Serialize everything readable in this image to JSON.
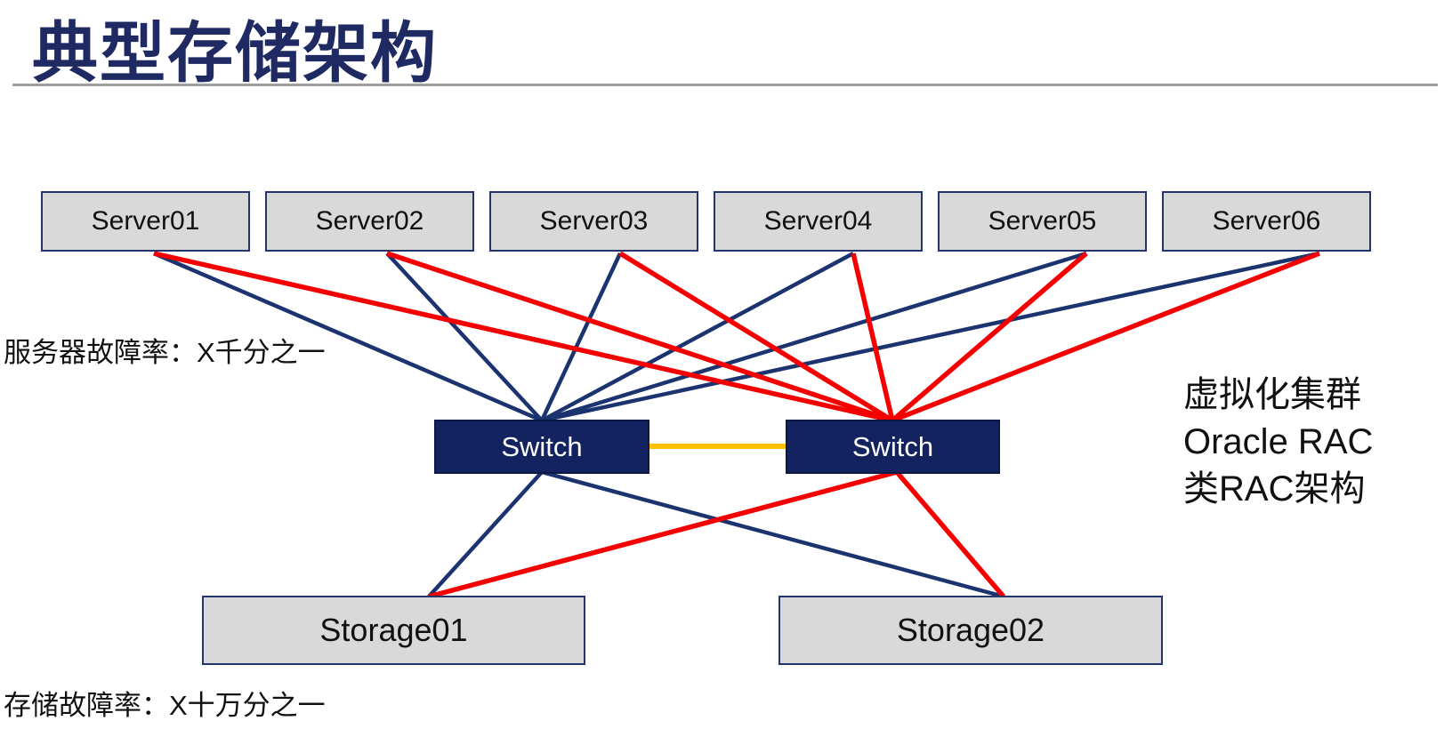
{
  "slide": {
    "title": "典型存储架构",
    "server_failure_label": "服务器故障率：X千分之一",
    "storage_failure_label": "存储故障率：X十万分之一",
    "annotation_lines": [
      "虚拟化集群",
      "Oracle RAC",
      "类RAC架构"
    ]
  },
  "nodes": {
    "servers": [
      {
        "id": "server01",
        "label": "Server01"
      },
      {
        "id": "server02",
        "label": "Server02"
      },
      {
        "id": "server03",
        "label": "Server03"
      },
      {
        "id": "server04",
        "label": "Server04"
      },
      {
        "id": "server05",
        "label": "Server05"
      },
      {
        "id": "server06",
        "label": "Server06"
      }
    ],
    "switches": [
      {
        "id": "switchA",
        "label": "Switch"
      },
      {
        "id": "switchB",
        "label": "Switch"
      }
    ],
    "storages": [
      {
        "id": "storage01",
        "label": "Storage01"
      },
      {
        "id": "storage02",
        "label": "Storage02"
      }
    ]
  },
  "connections": [
    {
      "from": "server01",
      "to": "switchA",
      "color": "navy"
    },
    {
      "from": "server02",
      "to": "switchA",
      "color": "navy"
    },
    {
      "from": "server03",
      "to": "switchA",
      "color": "navy"
    },
    {
      "from": "server04",
      "to": "switchA",
      "color": "navy"
    },
    {
      "from": "server05",
      "to": "switchA",
      "color": "navy"
    },
    {
      "from": "server06",
      "to": "switchA",
      "color": "navy"
    },
    {
      "from": "server01",
      "to": "switchB",
      "color": "red"
    },
    {
      "from": "server02",
      "to": "switchB",
      "color": "red"
    },
    {
      "from": "server03",
      "to": "switchB",
      "color": "red"
    },
    {
      "from": "server04",
      "to": "switchB",
      "color": "red"
    },
    {
      "from": "server05",
      "to": "switchB",
      "color": "red"
    },
    {
      "from": "server06",
      "to": "switchB",
      "color": "red"
    },
    {
      "from": "switchA",
      "to": "storage01",
      "color": "navy"
    },
    {
      "from": "switchA",
      "to": "storage02",
      "color": "navy"
    },
    {
      "from": "switchB",
      "to": "storage01",
      "color": "red"
    },
    {
      "from": "switchB",
      "to": "storage02",
      "color": "red"
    },
    {
      "from": "switchA",
      "to": "switchB",
      "color": "yellow"
    }
  ],
  "colors": {
    "navy": "#1b3470",
    "red": "#f50000",
    "yellow": "#ffc000",
    "title": "#1f2a63",
    "node_fill": "#d9d9d9",
    "node_border": "#24356b",
    "switch_fill": "#12235f",
    "switch_border": "#0c1947",
    "divider": "#9e9e9e",
    "text": "#111111"
  }
}
